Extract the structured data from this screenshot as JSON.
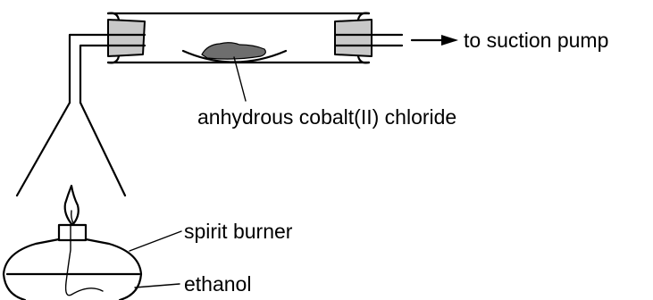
{
  "labels": {
    "suction": "to suction pump",
    "cobalt": "anhydrous cobalt(II) chloride",
    "burner": "spirit burner",
    "ethanol": "ethanol"
  },
  "colors": {
    "stroke": "#000000",
    "bung": "#c8c8c8",
    "cobalt_chloride": "#6e6e6e",
    "background": "#ffffff"
  }
}
